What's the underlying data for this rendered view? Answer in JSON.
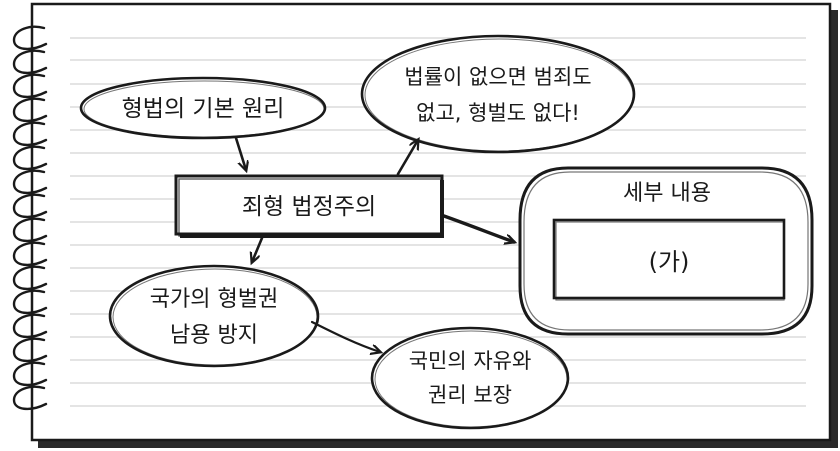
{
  "nodes": {
    "principle": "형법의 기본 원리",
    "legality": "죄형 법정주의",
    "no_law": {
      "line1": "법률이 없으면 범죄도",
      "line2": "없고, 형벌도 없다!"
    },
    "details": {
      "title": "세부 내용",
      "placeholder": "(가)"
    },
    "prevent_abuse": {
      "line1": "국가의 형벌권",
      "line2": "남용 방지"
    },
    "guarantee": {
      "line1": "국민의 자유와",
      "line2": "권리 보장"
    }
  }
}
